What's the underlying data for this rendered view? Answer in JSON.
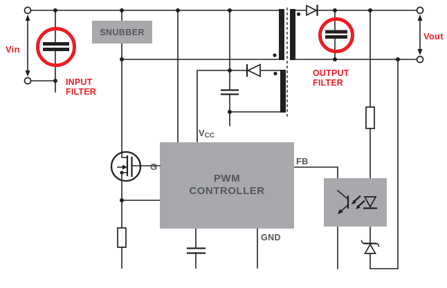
{
  "colors": {
    "accent_red": "#ed1c24",
    "block_gray": "#a7a9ac",
    "label_gray": "#54565a",
    "line_black": "#231f20",
    "background": "#ffffff"
  },
  "labels": {
    "vin": "Vin",
    "vout": "Vout",
    "input_filter": {
      "line1": "INPUT",
      "line2": "FILTER"
    },
    "output_filter": {
      "line1": "OUTPUT",
      "line2": "FILTER"
    },
    "snubber": "SNUBBER",
    "pwm": {
      "line1": "PWM",
      "line2": "CONTROLLER"
    },
    "vcc": {
      "base": "V",
      "sub": "CC"
    },
    "gate_pin": "G",
    "fb_pin": "FB",
    "gnd_pin": "GND"
  },
  "symbols": [
    "input-terminal",
    "vin-measure-arrow",
    "input-filter-capacitor",
    "snubber-block",
    "flyback-transformer",
    "primary-winding",
    "secondary-winding",
    "auxiliary-winding",
    "output-rectifier-diode",
    "output-filter-capacitor",
    "vout-measure-arrow",
    "output-terminal",
    "pwm-controller-block",
    "startup-wire",
    "vcc-rectifier-diode",
    "vcc-capacitor",
    "power-mosfet",
    "current-sense-resistor",
    "decoupling-capacitor",
    "ground-symbol",
    "optocoupler",
    "optocoupler-led",
    "optocoupler-phototransistor",
    "feedback-bias-resistor",
    "zener-diode"
  ]
}
